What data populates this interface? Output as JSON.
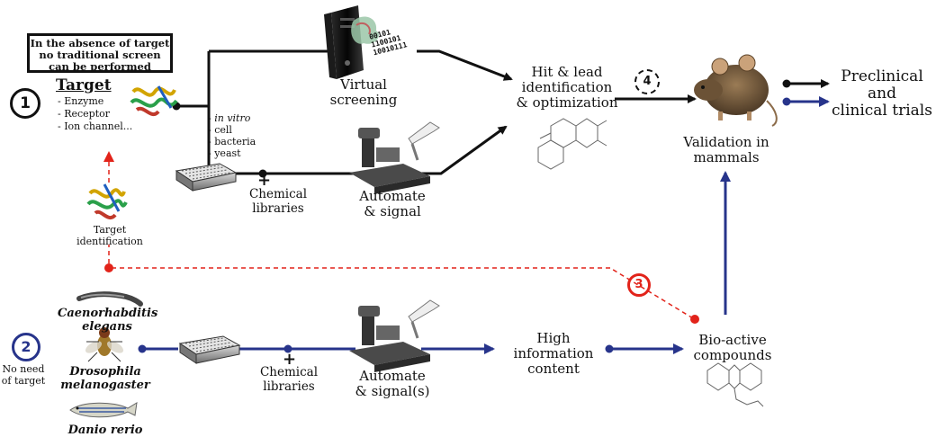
{
  "note_box": [
    "In the absence of target",
    "no traditional screen",
    "can be performed"
  ],
  "target": {
    "title": "Target",
    "items": [
      "- Enzyme",
      "- Receptor",
      "- Ion channel..."
    ]
  },
  "assays": {
    "in_vitro": "in vitro",
    "items": [
      "- cell",
      "- bacteria",
      "- yeast"
    ]
  },
  "steps": {
    "one": "1",
    "two": "2",
    "three": "3",
    "four": "4"
  },
  "top_row": {
    "virtual_screening": [
      "Virtual",
      "screening"
    ],
    "plus": "+",
    "chemical_libraries": [
      "Chemical",
      "libraries"
    ],
    "automate": [
      "Automate",
      "& signal"
    ],
    "hit_lead": [
      "Hit & lead",
      "identification",
      "& optimization"
    ],
    "validation": [
      "Validation in",
      "mammals"
    ],
    "preclinical": [
      "Preclinical",
      "and",
      "clinical trials"
    ]
  },
  "target_identification": [
    "Target",
    "identification"
  ],
  "bottom_row": {
    "no_need": [
      "No need",
      "of target"
    ],
    "organisms": {
      "c_elegans": [
        "Caenorhabditis",
        "elegans"
      ],
      "drosophila": [
        "Drosophila",
        "melanogaster"
      ],
      "danio": "Danio rerio"
    },
    "plus": "+",
    "chemical_libraries": [
      "Chemical",
      "libraries"
    ],
    "automate": [
      "Automate",
      "& signal(s)"
    ],
    "high_info": [
      "High",
      "information",
      "content"
    ],
    "bioactive": [
      "Bio-active",
      "compounds"
    ]
  },
  "binary_code": [
    "00101",
    "1100101",
    "10010111"
  ],
  "colors": {
    "black_path": "#111111",
    "blue_path": "#27348b",
    "red_path": "#e2231a",
    "plate_grey": "#8a8a8a"
  }
}
